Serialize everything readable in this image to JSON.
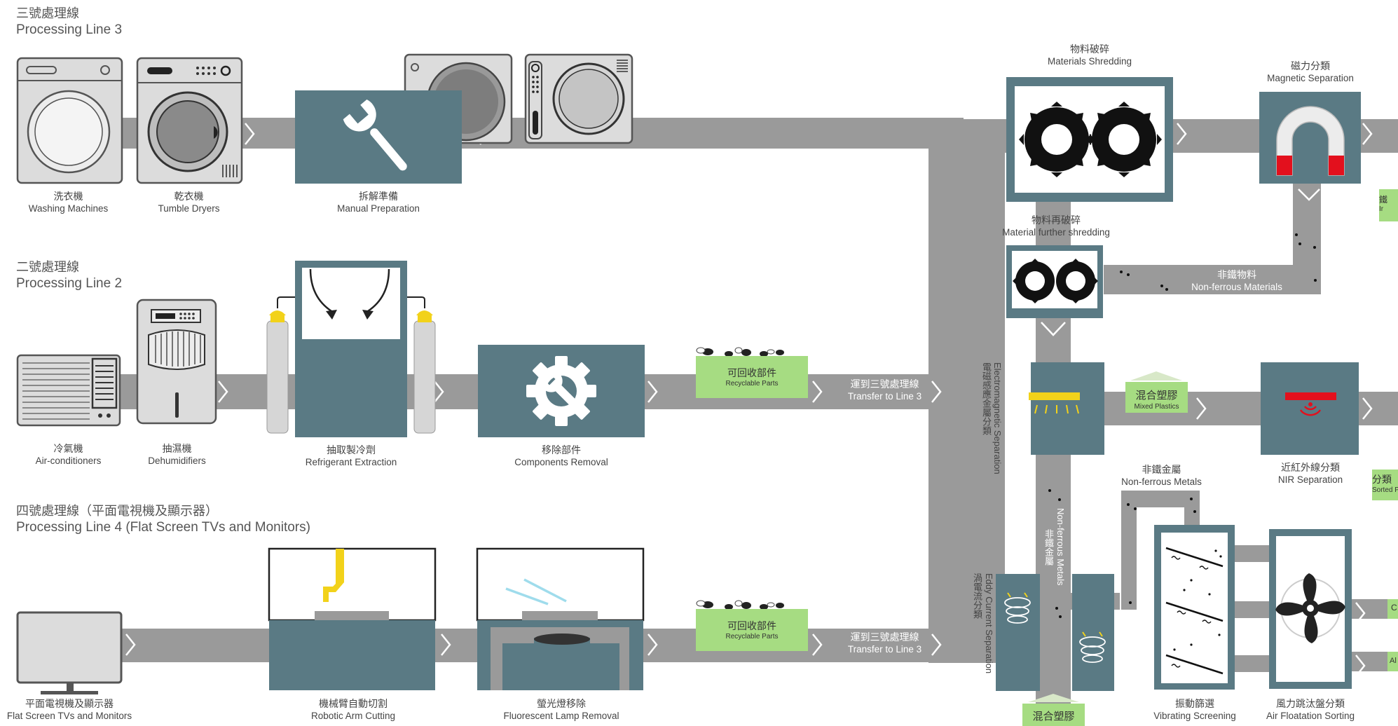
{
  "line3": {
    "title_zh": "三號處理線",
    "title_en": "Processing Line 3",
    "washing_zh": "洗衣機",
    "washing_en": "Washing Machines",
    "dryers_zh": "乾衣機",
    "dryers_en": "Tumble Dryers",
    "manual_zh": "拆解準備",
    "manual_en": "Manual Preparation"
  },
  "line2": {
    "title_zh": "二號處理線",
    "title_en": "Processing Line 2",
    "aircon_zh": "冷氣機",
    "aircon_en": "Air-conditioners",
    "dehum_zh": "抽濕機",
    "dehum_en": "Dehumidifiers",
    "refrig_zh": "抽取製冷劑",
    "refrig_en": "Refrigerant Extraction",
    "comp_zh": "移除部件",
    "comp_en": "Components Removal",
    "recyc_zh": "可回收部件",
    "recyc_en": "Recyclable Parts",
    "transfer_zh": "運到三號處理線",
    "transfer_en": "Transfer to Line 3"
  },
  "line4": {
    "title_zh": "四號處理線（平面電視機及顯示器）",
    "title_en": "Processing Line 4 (Flat Screen TVs and Monitors)",
    "tv_zh": "平面電視機及顯示器",
    "tv_en": "Flat Screen TVs and Monitors",
    "robot_zh": "機械臂自動切割",
    "robot_en": "Robotic Arm Cutting",
    "lamp_zh": "螢光燈移除",
    "lamp_en": "Fluorescent Lamp Removal",
    "recyc_zh": "可回收部件",
    "recyc_en": "Recyclable Parts",
    "transfer_zh": "運到三號處理線",
    "transfer_en": "Transfer to Line 3"
  },
  "right": {
    "shred_zh": "物料破碎",
    "shred_en": "Materials Shredding",
    "magnet_zh": "磁力分類",
    "magnet_en": "Magnetic Separation",
    "further_zh": "物料再破碎",
    "further_en": "Material further shredding",
    "nonferrous_mat_zh": "非鐵物料",
    "nonferrous_mat_en": "Non-ferrous Materials",
    "em_zh": "電磁感應金屬分類",
    "em_en": "Electromagnetic Separation",
    "mixed_plastics_zh": "混合塑膠",
    "mixed_plastics_en": "Mixed Plastics",
    "nir_zh": "近紅外線分類",
    "nir_en": "NIR Separation",
    "sorted_zh": "分類",
    "sorted_en": "Sorted P",
    "nfm_zh": "非鐵金屬",
    "nfm_en": "Non-ferrous Metals",
    "nfm_v_zh": "非鐵金屬",
    "nfm_v_en": "Non-ferrous Metals",
    "eddy_zh": "渦電流分類",
    "eddy_en": "Eddy Current Separation",
    "vibr_zh": "振動篩選",
    "vibr_en": "Vibrating Screening",
    "air_zh": "風力跳汰盤分類",
    "air_en": "Air Floatation Sorting",
    "bottom_plastics_zh": "混合塑膠",
    "edge_top_zh": "鐵",
    "edge_top_en": "Ir",
    "edge_c": "C",
    "edge_a": "Al"
  },
  "colors": {
    "belt": "#9a9a9a",
    "machine": "#5a7a84",
    "green": "#a6dc82",
    "red": "#e3101d",
    "yellow": "#f2d21a"
  }
}
